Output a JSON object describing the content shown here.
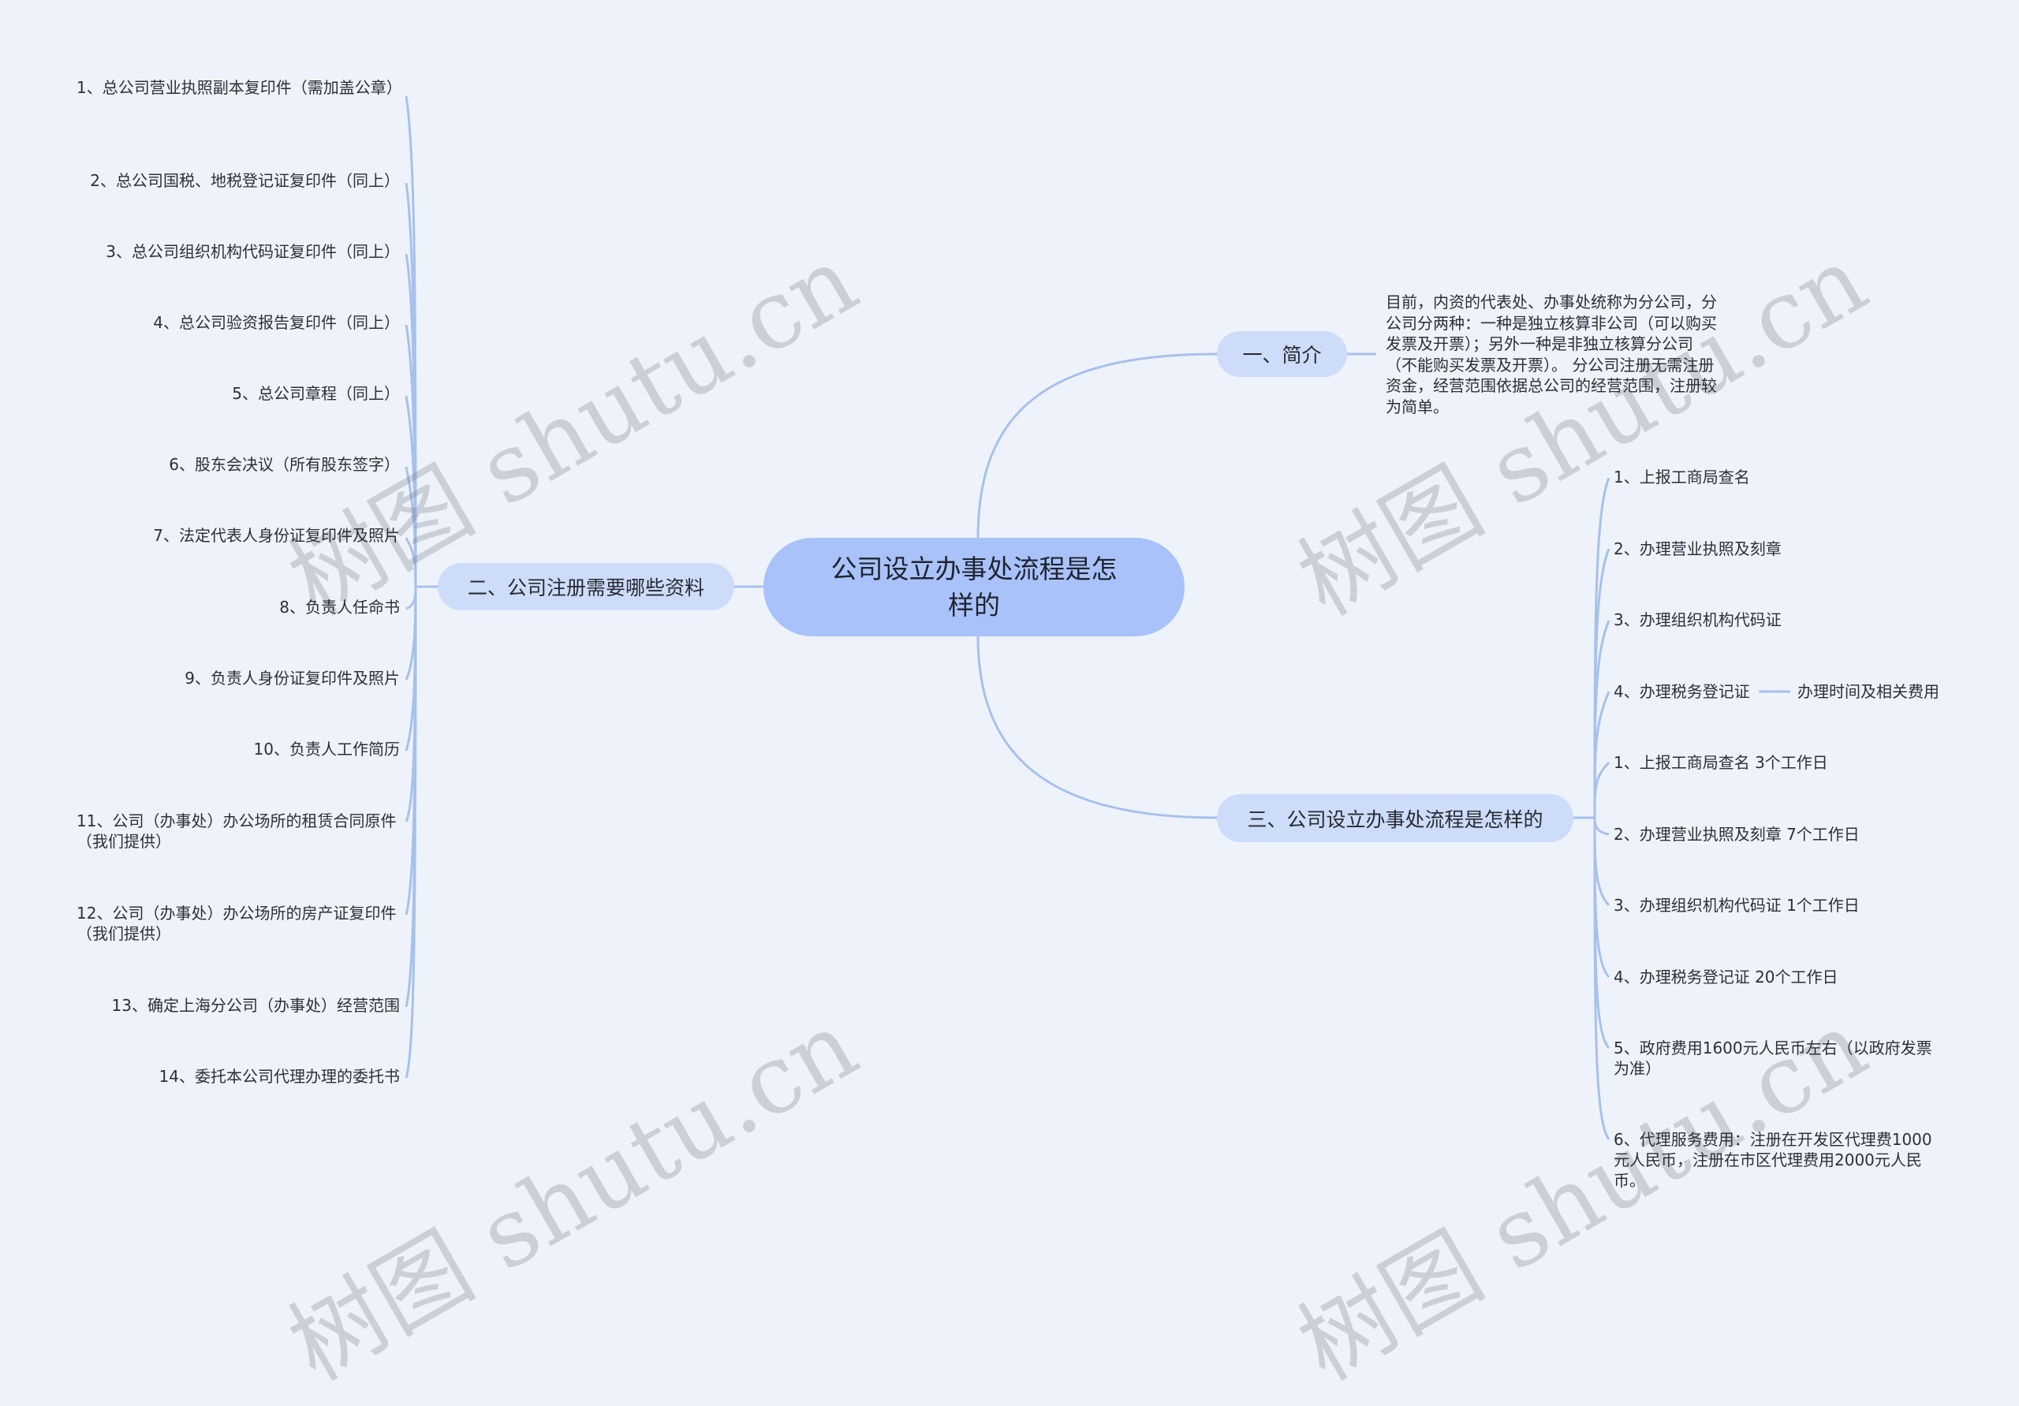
{
  "root": {
    "title": "公司设立办事处流程是怎样的"
  },
  "branches": {
    "intro": {
      "label": "一、简介",
      "text": "目前，内资的代表处、办事处统称为分公司，分公司分两种：一种是独立核算非公司（可以购买发票及开票）；另外一种是非独立核算分公司（不能购买发票及开票）。 分公司注册无需注册资金，经营范围依据总公司的经营范围，注册较为简单。"
    },
    "materials": {
      "label": "二、公司注册需要哪些资料",
      "items": [
        "1、总公司营业执照副本复印件（需加盖公章）",
        "2、总公司国税、地税登记证复印件（同上）",
        "3、总公司组织机构代码证复印件（同上）",
        "4、总公司验资报告复印件（同上）",
        "5、总公司章程（同上）",
        "6、股东会决议（所有股东签字）",
        "7、法定代表人身份证复印件及照片",
        "8、负责人任命书",
        "9、负责人身份证复印件及照片",
        "10、负责人工作简历",
        "11、公司（办事处）办公场所的租赁合同原件（我们提供）",
        "12、公司（办事处）办公场所的房产证复印件（我们提供）",
        "13、确定上海分公司（办事处）经营范围",
        "14、委托本公司代理办理的委托书"
      ]
    },
    "process": {
      "label": "三、公司设立办事处流程是怎样的",
      "steps": [
        "1、上报工商局查名",
        "2、办理营业执照及刻章",
        "3、办理组织机构代码证",
        "4、办理税务登记证"
      ],
      "step4_child": "办理时间及相关费用",
      "timing": [
        "1、上报工商局查名 3个工作日",
        "2、办理营业执照及刻章 7个工作日",
        "3、办理组织机构代码证 1个工作日",
        "4、办理税务登记证 20个工作日",
        "5、政府费用1600元人民币左右（以政府发票为准）",
        "6、代理服务费用：注册在开发区代理费1000元人民币，注册在市区代理费用2000元人民币。"
      ]
    }
  },
  "watermark": {
    "text": "树图 shutu.cn"
  },
  "colors": {
    "background": "#eef3fb",
    "root_fill": "#a9c2fa",
    "branch_fill": "#cddcf8",
    "link": "#a8c0ec"
  }
}
